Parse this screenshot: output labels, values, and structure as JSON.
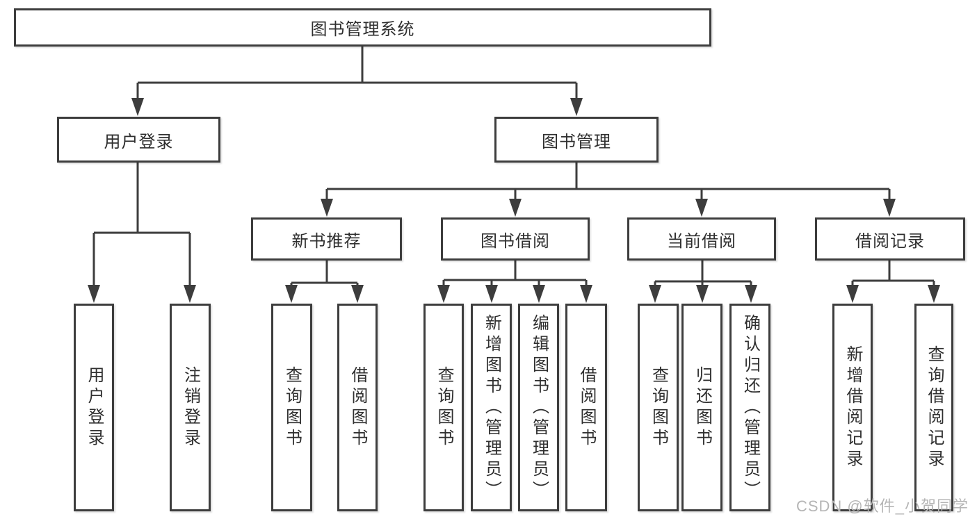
{
  "nodes": {
    "root": "图书管理系统",
    "level2": [
      "用户登录",
      "图书管理"
    ],
    "level3": [
      "新书推荐",
      "图书借阅",
      "当前借阅",
      "借阅记录"
    ],
    "leaves": [
      "用户登录",
      "注销登录",
      "查询图书",
      "借阅图书",
      "查询图书",
      "新增图书（管理员）",
      "编辑图书（管理员）",
      "借阅图书",
      "查询图书",
      "归还图书",
      "确认归还（管理员）",
      "新增借阅记录",
      "查询借阅记录"
    ]
  },
  "watermark": "CSDN @软件_小贺同学",
  "colors": {
    "line": "#3d3d3d",
    "text": "#2f2f2f",
    "watermark": "#b5b5b5",
    "background": "#ffffff"
  }
}
